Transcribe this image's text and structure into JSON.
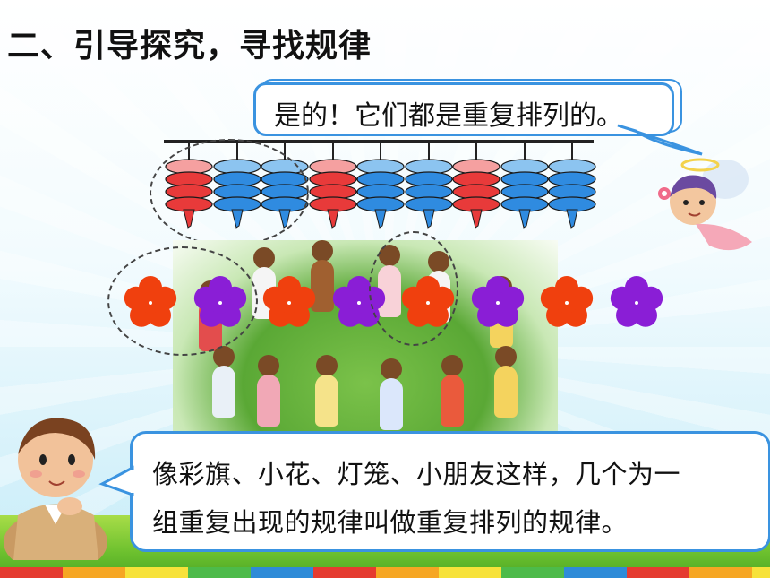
{
  "title": "二、引导探究，寻找规律",
  "bubble_top": {
    "text": "是的！它们都是重复排列的。"
  },
  "bubble_bottom": {
    "line1": "像彩旗、小花、灯笼、小朋友这样，几个为一",
    "line2": "组重复出现的规律叫做重复排列的规律。"
  },
  "lanterns": [
    {
      "color": "red",
      "fill": "#e83a3a",
      "light": "#f5a0a0"
    },
    {
      "color": "blue",
      "fill": "#2f8be0",
      "light": "#8cc4f0"
    },
    {
      "color": "blue",
      "fill": "#2f8be0",
      "light": "#8cc4f0"
    },
    {
      "color": "red",
      "fill": "#e83a3a",
      "light": "#f5a0a0"
    },
    {
      "color": "blue",
      "fill": "#2f8be0",
      "light": "#8cc4f0"
    },
    {
      "color": "blue",
      "fill": "#2f8be0",
      "light": "#8cc4f0"
    },
    {
      "color": "red",
      "fill": "#e83a3a",
      "light": "#f5a0a0"
    },
    {
      "color": "blue",
      "fill": "#2f8be0",
      "light": "#8cc4f0"
    },
    {
      "color": "blue",
      "fill": "#2f8be0",
      "light": "#8cc4f0"
    }
  ],
  "flowers": [
    {
      "color": "red",
      "fill": "#f0400e"
    },
    {
      "color": "purple",
      "fill": "#8a1ed6"
    },
    {
      "color": "red",
      "fill": "#f0400e"
    },
    {
      "color": "purple",
      "fill": "#8a1ed6"
    },
    {
      "color": "red",
      "fill": "#f0400e"
    },
    {
      "color": "purple",
      "fill": "#8a1ed6"
    },
    {
      "color": "red",
      "fill": "#f0400e"
    },
    {
      "color": "purple",
      "fill": "#8a1ed6"
    }
  ],
  "colors": {
    "accent": "#3a93e0"
  }
}
